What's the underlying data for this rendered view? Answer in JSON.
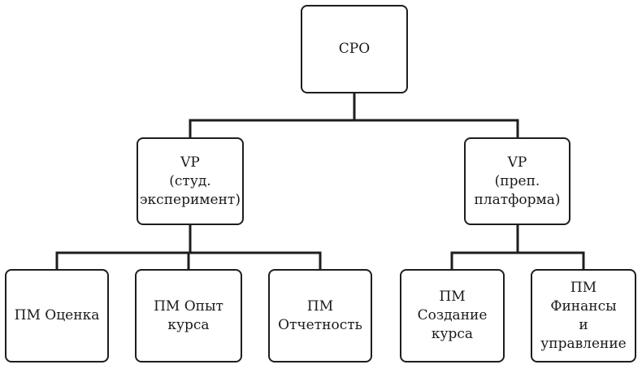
{
  "diagram": {
    "root": {
      "label": "CPO"
    },
    "vps": [
      {
        "label": "VP\n(студ.\nэксперимент)"
      },
      {
        "label": "VP\n(преп.\nплатформа)"
      }
    ],
    "pms": [
      {
        "label": "ПМ Оценка"
      },
      {
        "label": "ПМ Опыт\nкурса"
      },
      {
        "label": "ПМ\nОтчетность"
      },
      {
        "label": "ПМ\nСоздание\nкурса"
      },
      {
        "label": "ПМ Финансы\nи\nуправление"
      }
    ],
    "line_color": "#1e1e1e"
  }
}
